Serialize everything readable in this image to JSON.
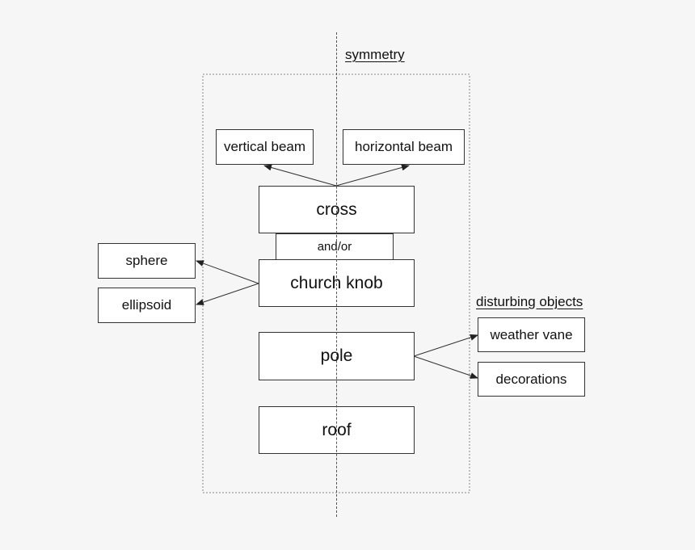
{
  "labels": {
    "symmetry": "symmetry",
    "disturbing_objects": "disturbing objects"
  },
  "nodes": {
    "vertical_beam": "vertical beam",
    "horizontal_beam": "horizontal beam",
    "cross": "cross",
    "and_or": "and/or",
    "church_knob": "church knob",
    "sphere": "sphere",
    "ellipsoid": "ellipsoid",
    "pole": "pole",
    "roof": "roof",
    "weather_vane": "weather vane",
    "decorations": "decorations"
  },
  "colors": {
    "background": "#f6f6f6",
    "box_fill": "#ffffff",
    "line": "#333333"
  }
}
